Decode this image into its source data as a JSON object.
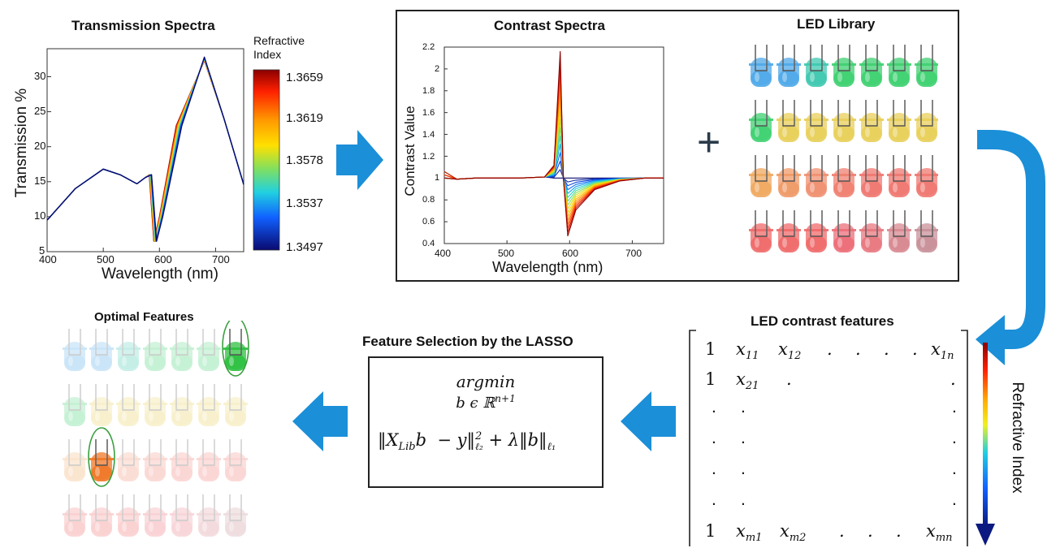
{
  "transmission": {
    "title": "Transmission Spectra",
    "xlabel": "Wavelength (nm)",
    "ylabel": "Transmission %",
    "x_ticks": [
      "400",
      "500",
      "600",
      "700"
    ],
    "y_ticks": [
      "5",
      "10",
      "15",
      "20",
      "25",
      "30"
    ],
    "colorbar_title": "Refractive Index",
    "colorbar_ticks": [
      "1.3659",
      "1.3619",
      "1.3578",
      "1.3537",
      "1.3497"
    ]
  },
  "contrast": {
    "title": "Contrast Spectra",
    "xlabel": "Wavelength (nm)",
    "ylabel": "Contrast Value",
    "x_ticks": [
      "400",
      "500",
      "600",
      "700"
    ],
    "y_ticks": [
      "0.4",
      "0.6",
      "0.8",
      "1",
      "1.2",
      "1.4",
      "1.6",
      "1.8",
      "2",
      "2.2"
    ]
  },
  "led_library": {
    "title": "LED Library",
    "plus": "+",
    "rows": [
      [
        "#4fa8e8",
        "#4fa8e8",
        "#3fc8b0",
        "#3ed070",
        "#3ed070",
        "#3ed070",
        "#3ed070"
      ],
      [
        "#3ed070",
        "#e8cf5a",
        "#e8cf5a",
        "#e8cf5a",
        "#e8cf5a",
        "#e8cf5a",
        "#e8cf5a"
      ],
      [
        "#f0a860",
        "#f09a68",
        "#f09070",
        "#f08070",
        "#f07870",
        "#f07870",
        "#f07870"
      ],
      [
        "#f06a6a",
        "#f06a6a",
        "#f06a6a",
        "#ec6e78",
        "#e87880",
        "#d88890",
        "#c99098"
      ]
    ]
  },
  "lasso": {
    "title": "Feature Selection by the LASSO",
    "argmin": "argmin",
    "constraint": "b ϵ ℝⁿ⁺¹",
    "objective": "‖X_Lib b − y‖²_ℓ₂ + λ‖b‖_ℓ₁"
  },
  "led_features": {
    "title": "LED contrast features",
    "axis_label": "Refractive Index",
    "row1": [
      "1",
      "x11",
      "x12",
      ".",
      ".",
      ".",
      ".",
      "x1n"
    ],
    "row2": [
      "1",
      "x21",
      "."
    ],
    "row_last": [
      "1",
      "xm1",
      "xm2",
      ".",
      ".",
      ".",
      "xmn"
    ]
  },
  "optimal": {
    "title": "Optimal Features",
    "highlight": [
      {
        "row": 0,
        "col": 6,
        "color": "#2ec040"
      },
      {
        "row": 2,
        "col": 1,
        "color": "#f07828"
      }
    ]
  },
  "colors": {
    "arrow": "#1b8fd8",
    "frame": "#222222",
    "highlight_ring": "#3aa040"
  }
}
